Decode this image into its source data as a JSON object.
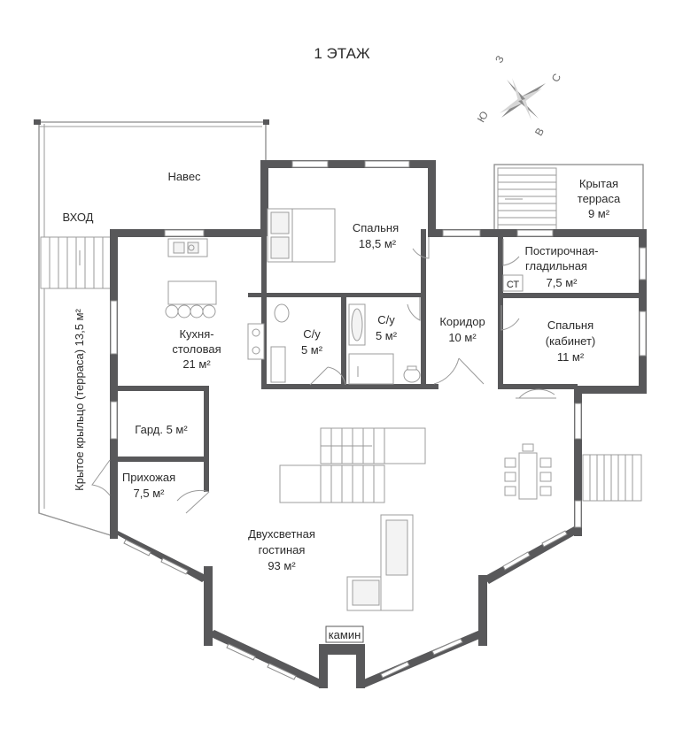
{
  "title": "1 ЭТАЖ",
  "compass": {
    "n": "С",
    "e": "В",
    "s": "Ю",
    "w": "З"
  },
  "labels": {
    "canopy": "Навес",
    "entrance": "ВХОД",
    "porch": "Крытое крыльцо (терраса) 13,5 м²",
    "bedroom1_name": "Спальня",
    "bedroom1_area": "18,5 м²",
    "terrace_line1": "Крытая",
    "terrace_line2": "терраса",
    "terrace_area": "9 м²",
    "laundry_line1": "Постирочная-",
    "laundry_line2": "гладильная",
    "laundry_area": "7,5 м²",
    "laundry_ct": "СТ",
    "kitchen_line1": "Кухня-",
    "kitchen_line2": "столовая",
    "kitchen_area": "21 м²",
    "wc1_name": "С/у",
    "wc1_area": "5 м²",
    "wc2_name": "С/у",
    "wc2_area": "5 м²",
    "corridor_name": "Коридор",
    "corridor_area": "10 м²",
    "bedroom2_name": "Спальня",
    "bedroom2_sub": "(кабинет)",
    "bedroom2_area": "11 м²",
    "wardrobe": "Гард. 5 м²",
    "hall_name": "Прихожая",
    "hall_area": "7,5 м²",
    "living_line1": "Двухсветная",
    "living_line2": "гостиная",
    "living_area": "93 м²",
    "fireplace": "камин"
  }
}
